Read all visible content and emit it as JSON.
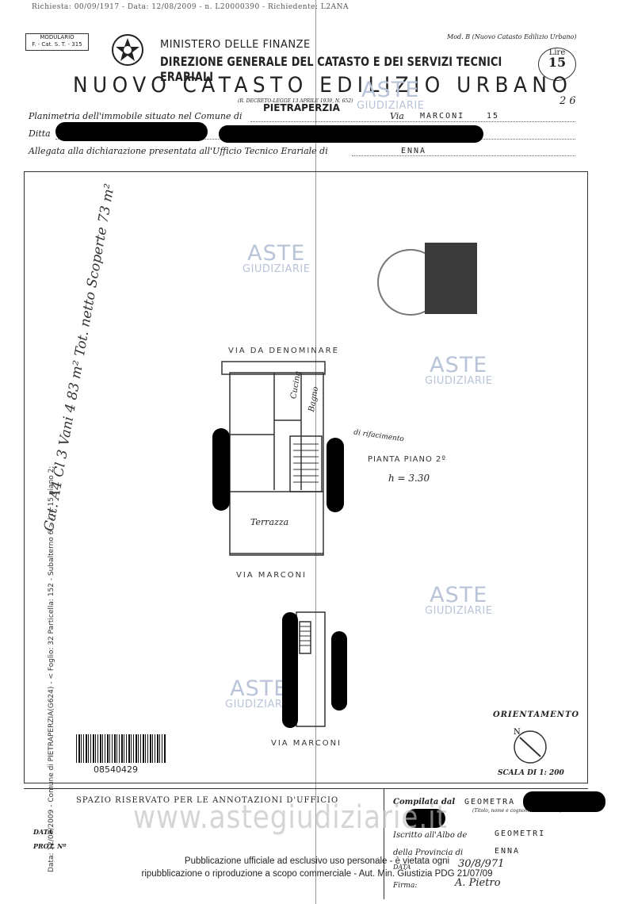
{
  "header": {
    "top_line": "Richiesta: 00/09/1917 - Data: 12/08/2009 - n. L20000390 - Richiedente: L2ANA",
    "modulario_line1": "MODULARIO",
    "modulario_line2": "F. - Cat. S. T. - 315",
    "ministry": "MINISTERO DELLE FINANZE",
    "direzione": "DIREZIONE GENERALE DEL CATASTO E DEI SERVIZI TECNICI ERARIALI",
    "mod_b": "Mod. B (Nuovo Catasto Edilizio Urbano)",
    "lire_label": "Lire",
    "lire_value": "15",
    "title": "NUOVO CATASTO EDILIZIO URBANO",
    "decreto": "(R. DECRETO-LEGGE 13 APRILE 1939, N. 652)",
    "corner_mark": "2 6"
  },
  "form": {
    "planimetria_label": "Planimetria dell'immobile situato nel Comune di",
    "comune": "PIETRAPERZIA",
    "via_label": "Via",
    "via_value": "MARCONI",
    "civico": "15",
    "ditta_label": "Ditta",
    "allegata_label": "Allegata alla dichiarazione presentata all'Ufficio Tecnico Erariale di",
    "allegata_value": "ENNA"
  },
  "sidebar": {
    "cat_text": "Cat. A4 Cl 3 Vani 4 83 m² Tot. netto  Scoperte 73 m²",
    "catasto_ref": "Data: 12/08/2009 - Comune di PIETRAPERZIA(G624) - < Foglio: 32 Particella: 152 - Subalterno 6 >  l n. 15 piano 2;"
  },
  "watermarks": {
    "line1": "ASTE",
    "line2": "GIUDIZIARIE",
    "footer_site": "www.astegiudiziarie.it"
  },
  "plan": {
    "street_top": "VIA DA DENOMINARE",
    "street_bottom": "VIA MARCONI",
    "street_bottom2": "VIA MARCONI",
    "room_cucina": "Cucina",
    "room_bagno": "Bagno",
    "room_terrazza": "Terrazza",
    "stair_note": "di rifacimento",
    "plan_title": "PIANTA PIANO 2º",
    "height": "h = 3.30"
  },
  "barcode": {
    "number": "08540429"
  },
  "orientation": {
    "label": "ORIENTAMENTO",
    "scale_label": "SCALA DI 1:",
    "scale_value": "200"
  },
  "office": {
    "spazio": "SPAZIO RISERVATO PER LE ANNOTAZIONI D'UFFICIO",
    "data_label": "DATA",
    "prot_label": "PROT. Nº",
    "compilata_label": "Compilata dal",
    "compilata_value": "GEOMETRA",
    "compilata_sub": "(Titolo, nome e cognome del tecnico)",
    "iscritto_label": "Iscritto all'Albo de",
    "iscritto_value": "GEOMETRI",
    "provincia_label": "della Provincia di",
    "provincia_value": "ENNA",
    "data2_label": "DATA",
    "data2_value": "30/8/971",
    "firma_label": "Firma:",
    "firma_value": "A. Pietro"
  },
  "footer": {
    "line1": "Pubblicazione ufficiale ad esclusivo uso personale - è vietata ogni",
    "line2": "ripubblicazione o riproduzione a scopo commerciale - Aut. Min. Giustizia PDG 21/07/09"
  }
}
